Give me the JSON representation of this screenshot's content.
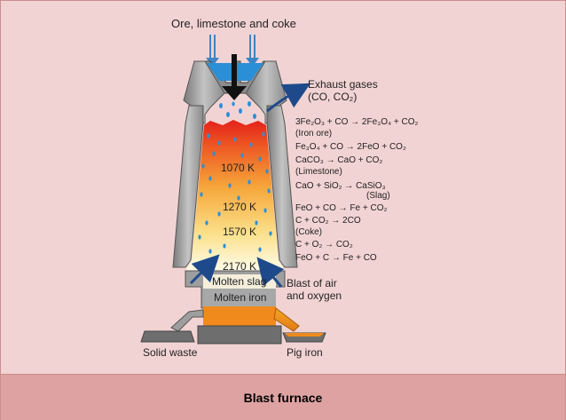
{
  "diagram": {
    "title_top": "Ore, limestone and coke",
    "exhaust": {
      "line1": "Exhaust gases",
      "line2": "(CO, CO₂)"
    },
    "reactions": [
      "3Fe₂O₃ + CO → 2Fe₃O₄ + CO₂",
      "(Iron ore)",
      "Fe₃O₄ + CO → 2FeO + CO₂",
      "CaCO₃ → CaO + CO₂",
      "(Limestone)",
      "CaO + SiO₂ → CaSiO₃",
      "(Slag)",
      "FeO + CO → Fe + CO₂",
      "C + CO₂ → 2CO",
      "(Coke)",
      "C + O₂ → CO₂",
      "FeO + C → Fe + CO"
    ],
    "temperatures": [
      "1070 K",
      "1270 K",
      "1570 K",
      "2170 K"
    ],
    "molten_slag": "Molten slag",
    "molten_iron": "Molten iron",
    "blast": {
      "line1": "Blast of air",
      "line2": "and oxygen"
    },
    "solid_waste": "Solid waste",
    "pig_iron": "Pig iron"
  },
  "caption": "Blast furnace",
  "colors": {
    "background": "#f2d3d3",
    "caption_bar": "#dfa2a2",
    "furnace_wall": "#9a9a9a",
    "hot_top": "#e8221c",
    "hot_mid": "#f39a2b",
    "hot_bottom": "#fffbe0",
    "arrow_blue": "#1e4a8c",
    "droplet_blue": "#2f8fd8",
    "molten_iron": "#f08a1c"
  }
}
